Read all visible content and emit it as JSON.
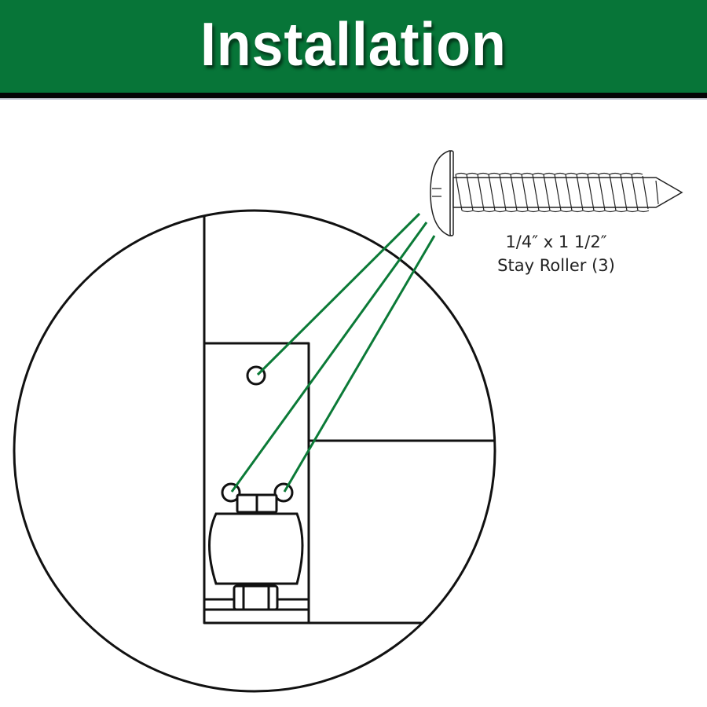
{
  "header": {
    "title": "Installation",
    "background_color": "#077538",
    "rule_color": "#050505"
  },
  "screw": {
    "icon": "screw-icon",
    "caption_line1": "1/4″ x 1 1/2″",
    "caption_line2": "Stay Roller (3)"
  },
  "detail_view": {
    "icon": "magnified-detail-circle",
    "components": [
      "bracket-plate",
      "mounting-hole-top",
      "mounting-hole-left",
      "mounting-hole-right",
      "roller-wheel",
      "hex-nut-top",
      "hex-nut-bottom"
    ],
    "leader_line_color": "#0b7a37",
    "leader_lines": 3
  }
}
